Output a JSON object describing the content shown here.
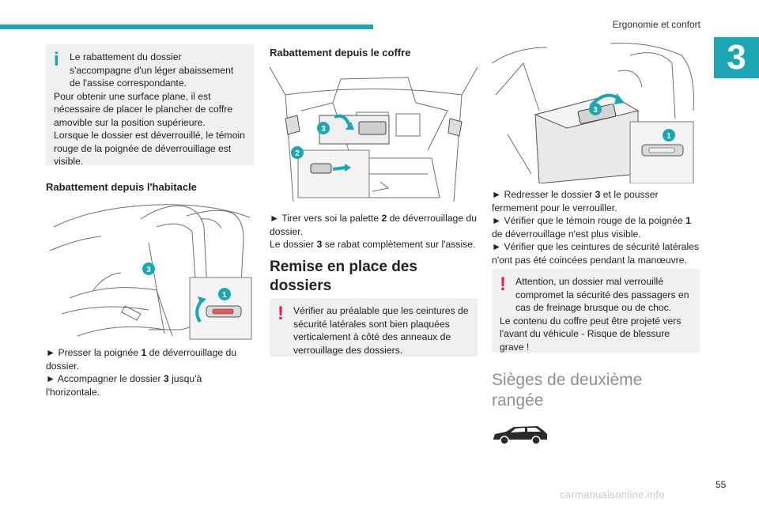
{
  "header": {
    "section_title": "Ergonomie et confort",
    "chapter_number": "3",
    "accent_color": "#1aa7b3"
  },
  "col1": {
    "info_note": {
      "icon": "info-icon",
      "line1": "Le rabattement du dossier s'accompagne d'un léger abaissement de l'assise correspondante.",
      "line2": "Pour obtenir une surface plane, il est nécessaire de placer le plancher de coffre amovible sur la position supérieure.",
      "line3": "Lorsque le dossier est déverrouillé, le témoin rouge de la poignée de déverrouillage est visible."
    },
    "heading": "Rabattement depuis l'habitacle",
    "illustration": {
      "callout_a": "3",
      "callout_b": "1"
    },
    "steps": {
      "s1_pre": "► Presser la poignée ",
      "s1_num": "1",
      "s1_post": " de déverrouillage du dossier.",
      "s2_pre": "► Accompagner le dossier ",
      "s2_num": "3",
      "s2_post": " jusqu'à l'horizontale."
    }
  },
  "col2": {
    "heading": "Rabattement depuis le coffre",
    "illustration": {
      "callout_a": "3",
      "callout_b": "2"
    },
    "steps": {
      "s1_pre": "► Tirer vers soi la palette ",
      "s1_num": "2",
      "s1_post": " de déverrouillage du dossier.",
      "s2_pre": "Le dossier ",
      "s2_num": "3",
      "s2_post": " se rabat complètement sur l'assise."
    },
    "section_heading": "Remise en place des dossiers",
    "warning_note": {
      "icon": "warning-icon",
      "text": "Vérifier au préalable que les ceintures de sécurité latérales sont bien plaquées verticalement à côté des anneaux de verrouillage des dossiers."
    }
  },
  "col3": {
    "illustration": {
      "callout_a": "3",
      "callout_b": "1"
    },
    "steps": {
      "s1_pre": "► Redresser le dossier ",
      "s1_num": "3",
      "s1_post": " et le pousser fermement pour le verrouiller.",
      "s2_pre": "► Vérifier que le témoin rouge de la poignée ",
      "s2_num": "1",
      "s2_post": " de déverrouillage n'est plus visible.",
      "s3": "► Vérifier que les ceintures de sécurité latérales n'ont pas été coincées pendant la manœuvre."
    },
    "warning_note": {
      "icon": "warning-icon",
      "line1": "Attention, un dossier mal verrouillé compromet la sécurité des passagers en cas de freinage brusque ou de choc.",
      "line2": "Le contenu du coffre peut être projeté vers l'avant du véhicule - Risque de blessure grave !"
    },
    "section_heading": "Sièges de deuxième rangée",
    "car_icon": "suv-car-icon"
  },
  "footer": {
    "page_number": "55",
    "watermark": "carmanualsonline.info"
  }
}
